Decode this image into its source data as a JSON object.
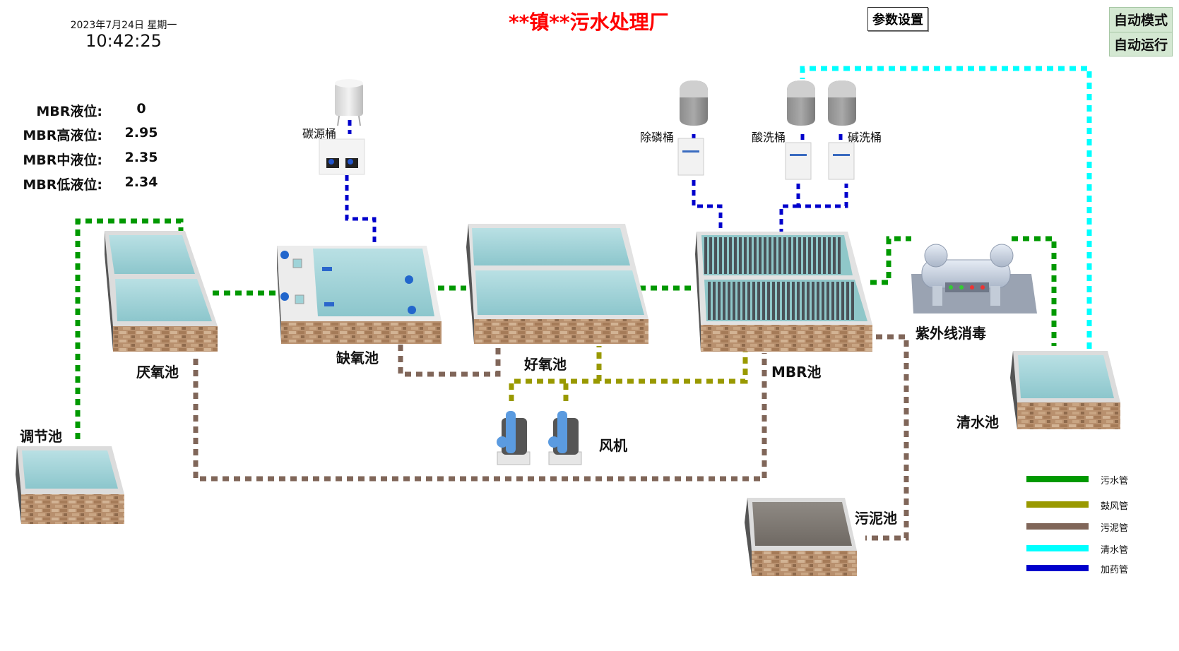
{
  "header": {
    "date": "2023年7月24日 星期一",
    "time": "10:42:25",
    "title": "**镇**污水处理厂",
    "params_button": "参数设置",
    "mode": "自动模式",
    "run_state": "自动运行"
  },
  "mbr_levels": [
    {
      "label": "MBR液位:",
      "value": "0"
    },
    {
      "label": "MBR高液位:",
      "value": "2.95"
    },
    {
      "label": "MBR中液位:",
      "value": "2.35"
    },
    {
      "label": "MBR低液位:",
      "value": "2.34"
    }
  ],
  "units": {
    "regulating_tank": "调节池",
    "anaerobic_tank": "厌氧池",
    "anoxic_tank": "缺氧池",
    "aerobic_tank": "好氧池",
    "mbr_tank": "MBR池",
    "uv_disinfection": "紫外线消毒",
    "clear_water_tank": "清水池",
    "sludge_tank": "污泥池",
    "blower": "风机",
    "carbon_source_tank": "碳源桶",
    "phosphorus_removal_tank": "除磷桶",
    "acid_wash_tank": "酸洗桶",
    "alkali_wash_tank": "碱洗桶"
  },
  "legend": [
    {
      "label": "污水管",
      "color": "#009900"
    },
    {
      "label": "鼓风管",
      "color": "#999900"
    },
    {
      "label": "污泥管",
      "color": "#806659"
    },
    {
      "label": "清水管",
      "color": "#00ffff"
    },
    {
      "label": "加药管",
      "color": "#0000cc"
    }
  ],
  "colors": {
    "title": "#ff0000",
    "water": "#9fd3d8",
    "brick": "#b08866",
    "mode_bg": "#d4e8d2"
  }
}
